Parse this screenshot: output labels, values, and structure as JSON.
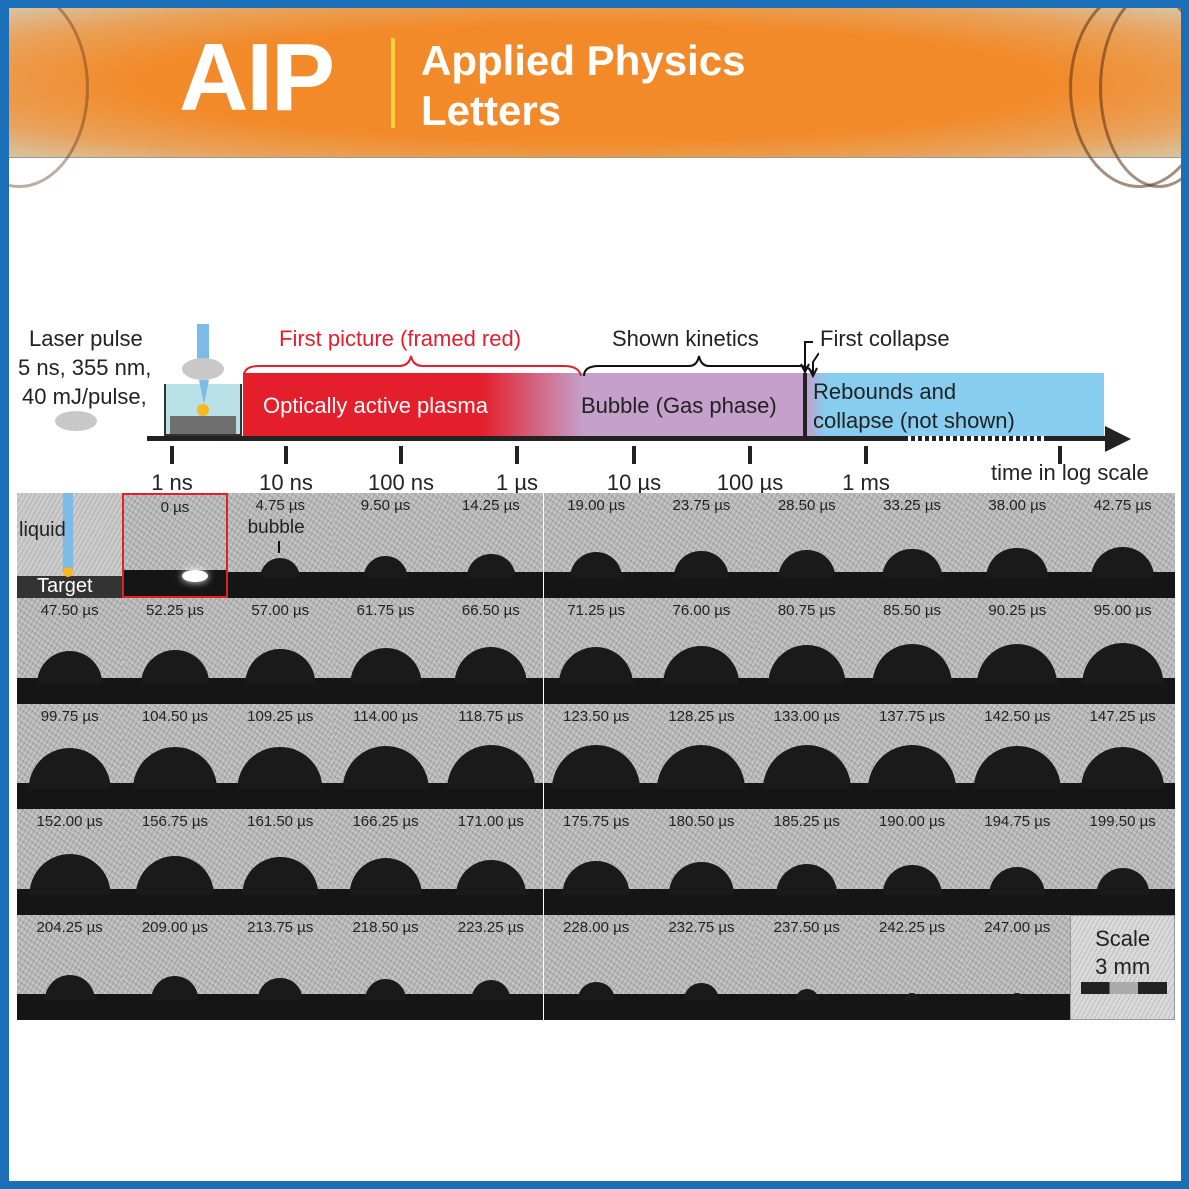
{
  "header": {
    "logo": "AIP",
    "journal_line1": "Applied Physics",
    "journal_line2": "Letters"
  },
  "laser": {
    "line1": "Laser pulse",
    "line2": "5 ns, 355 nm,",
    "line3": "40 mJ/pulse,"
  },
  "phases": {
    "first_picture": "First picture (framed red)",
    "shown_kinetics": "Shown kinetics",
    "first_collapse": "First collapse",
    "plasma": "Optically active plasma",
    "bubble": "Bubble (Gas phase)",
    "rebounds_1": "Rebounds and",
    "rebounds_2": "collapse (not shown)"
  },
  "axis": {
    "ticks": [
      "1 ns",
      "10 ns",
      "100 ns",
      "1 µs",
      "10 µs",
      "100 µs",
      "1 ms"
    ],
    "label": "time in log scale"
  },
  "setup": {
    "liquid": "liquid",
    "target": "Target"
  },
  "bubble_label": "bubble",
  "scale": {
    "title": "Scale",
    "value": "3 mm"
  },
  "frames": [
    "0 µs",
    "4.75 µs",
    "9.50 µs",
    "14.25 µs",
    "19.00 µs",
    "23.75 µs",
    "28.50 µs",
    "33.25 µs",
    "38.00 µs",
    "42.75 µs",
    "47.50 µs",
    "52.25 µs",
    "57.00 µs",
    "61.75 µs",
    "66.50 µs",
    "71.25 µs",
    "76.00 µs",
    "80.75 µs",
    "85.50 µs",
    "90.25 µs",
    "95.00 µs",
    "99.75 µs",
    "104.50 µs",
    "109.25 µs",
    "114.00 µs",
    "118.75 µs",
    "123.50 µs",
    "128.25 µs",
    "133.00 µs",
    "137.75 µs",
    "142.50 µs",
    "147.25 µs",
    "152.00 µs",
    "156.75 µs",
    "161.50 µs",
    "166.25 µs",
    "171.00 µs",
    "175.75 µs",
    "180.50 µs",
    "185.25 µs",
    "190.00 µs",
    "194.75 µs",
    "199.50 µs",
    "204.25 µs",
    "209.00 µs",
    "213.75 µs",
    "218.50 µs",
    "223.25 µs",
    "228.00 µs",
    "232.75 µs",
    "237.50 µs",
    "242.25 µs",
    "247.00 µs"
  ],
  "colors": {
    "plasma": "#e41e2b",
    "bubble": "#c4a0cb",
    "rebound": "#86cdf0",
    "border": "#1a6fb8",
    "banner": "#f28a2a"
  }
}
